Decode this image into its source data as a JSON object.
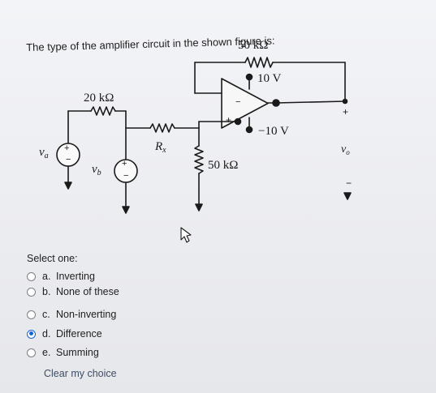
{
  "question": {
    "text": "The type of the amplifier circuit in the shown figure is:"
  },
  "circuit": {
    "labels": {
      "feedback_resistor": "50 kΩ",
      "input_resistor": "20 kΩ",
      "rx": "R",
      "rx_sub": "x",
      "ground_resistor": "50 kΩ",
      "positive_supply": "10 V",
      "negative_supply": "−10 V",
      "source_a": "v",
      "source_a_sub": "a",
      "source_b": "v",
      "source_b_sub": "b",
      "output": "v",
      "output_sub": "o",
      "plus": "+",
      "minus": "−"
    }
  },
  "answer": {
    "select_label": "Select one:",
    "options": [
      {
        "letter": "a.",
        "text": "Inverting",
        "selected": false
      },
      {
        "letter": "b.",
        "text": "None of these",
        "selected": false
      },
      {
        "letter": "c.",
        "text": "Non-inverting",
        "selected": false
      },
      {
        "letter": "d.",
        "text": "Difference",
        "selected": true
      },
      {
        "letter": "e.",
        "text": "Summing",
        "selected": false
      }
    ],
    "clear_label": "Clear my choice"
  },
  "colors": {
    "accent": "#1a63d6",
    "text": "#1f1f1f",
    "link": "#3d4d63"
  }
}
